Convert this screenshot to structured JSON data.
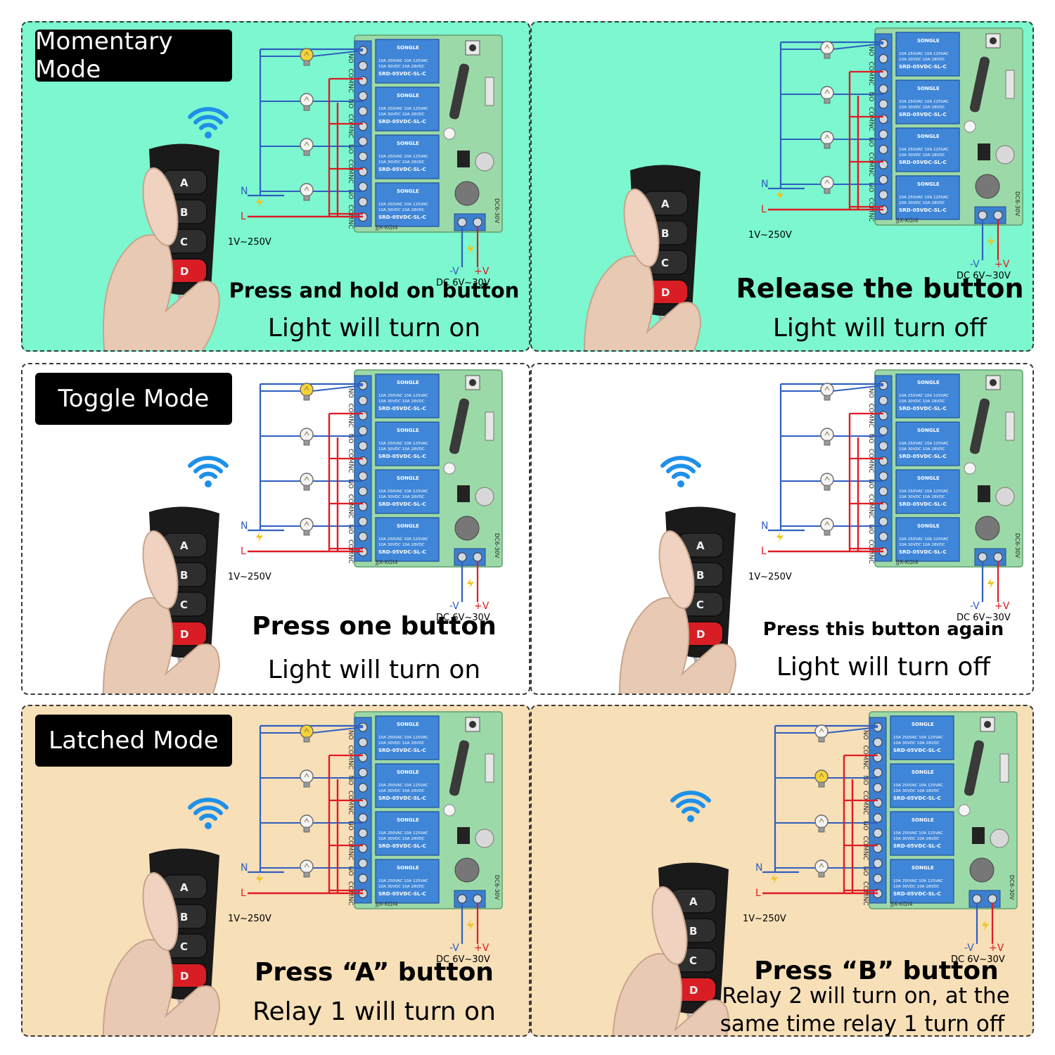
{
  "colors": {
    "momentary_bg": "#7cf7cf",
    "toggle_bg": "#ffffff",
    "latched_bg": "#f7dfb8",
    "relay_blue": "#3f86d8",
    "board_green": "#9cd9a8",
    "wire_red": "#e01a22",
    "wire_blue": "#2f5fbf",
    "wifi_blue": "#1e90e8",
    "bulb_on": "#f5d23a",
    "remote_body": "#1a1a1a",
    "button_d": "#d81e24"
  },
  "icons": [
    "wifi-signal-icon",
    "light-bulb-icon",
    "remote-control-icon",
    "relay-board-icon",
    "lightning-icon",
    "keyring-icon",
    "hand-icon"
  ],
  "wiring": {
    "n_label": "N",
    "l_label": "L",
    "ac_label": "1V~250V",
    "dc_label": "DC  6V~30V",
    "neg_label": "-V",
    "pos_label": "+V",
    "relay_text_1": "SONGLE",
    "relay_text_2": "10A 250VAC  10A 125VAC",
    "relay_text_3": "10A 30VDC  10A 28VDC",
    "relay_text_4": "SRD-05VDC-SL-C",
    "board_label": "JJX-KGI4",
    "dc_side_label": "DC6-30V",
    "terminal_labels": [
      "NO",
      "COM",
      "NC"
    ]
  },
  "remote": {
    "button_a": "A",
    "button_b": "B",
    "button_c": "C",
    "button_d": "D"
  },
  "panels": {
    "momentary_on": {
      "badge": "Momentary Mode",
      "headline": "Press and hold on button",
      "subline": "Light will turn on"
    },
    "momentary_off": {
      "headline": "Release the button",
      "subline": "Light will turn off"
    },
    "toggle_on": {
      "badge": "Toggle Mode",
      "headline": "Press one button",
      "subline": "Light will turn on"
    },
    "toggle_off": {
      "headline": "Press this button again",
      "subline": "Light will turn off"
    },
    "latched_a": {
      "badge": "Latched Mode",
      "headline": "Press  “A” button",
      "subline": "Relay 1 will turn on"
    },
    "latched_b": {
      "headline": "Press  “B” button",
      "subline_1": "Relay 2 will turn on, at the",
      "subline_2": "same time relay 1 turn off"
    }
  }
}
